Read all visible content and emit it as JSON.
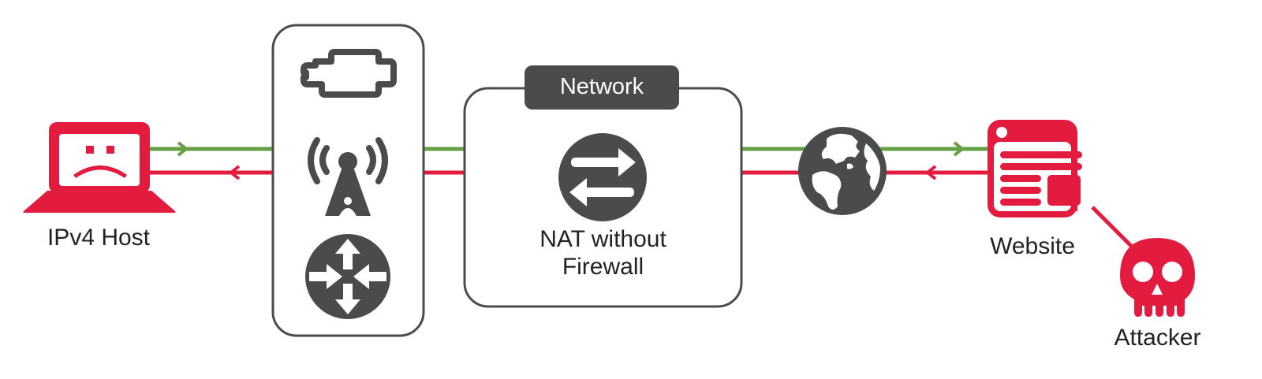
{
  "colors": {
    "accent_red": "#e31b3f",
    "accent_green": "#65a045",
    "icon_dark": "#4a4b4d",
    "border": "#4a4b4d",
    "text": "#222222"
  },
  "nodes": {
    "host": {
      "label": "IPv4 Host",
      "icon": "laptop-sad-icon"
    },
    "access_stack": {
      "icons": [
        "cloud-icon",
        "radio-tower-icon",
        "router-icon"
      ]
    },
    "network": {
      "tab_label": "Network",
      "label_line1": "NAT without",
      "label_line2": "Firewall",
      "icon": "nat-arrows-icon"
    },
    "internet": {
      "icon": "globe-icon"
    },
    "website": {
      "label": "Website",
      "icon": "browser-window-icon"
    },
    "attacker": {
      "label": "Attacker",
      "icon": "skull-icon"
    }
  },
  "flows": [
    {
      "name": "outbound",
      "color": "green",
      "direction": "host-to-website"
    },
    {
      "name": "inbound",
      "color": "red",
      "direction": "website-to-host"
    }
  ]
}
